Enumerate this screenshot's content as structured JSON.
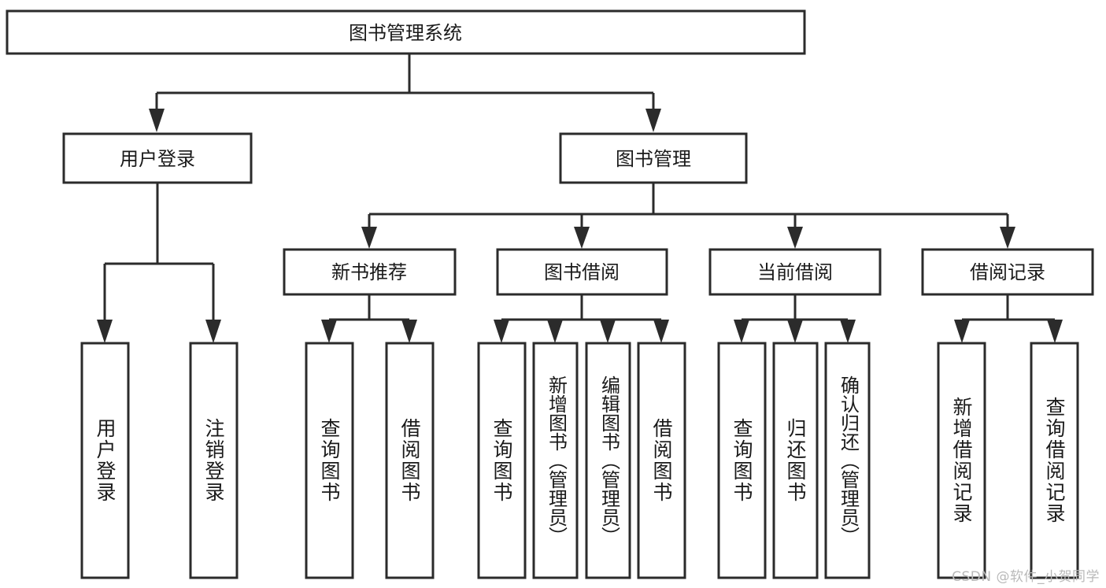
{
  "diagram": {
    "title": "图书管理系统",
    "type": "tree-hierarchy",
    "watermark": "CSDN @软件_小贺同学",
    "colors": {
      "stroke": "#2b2b2b",
      "fill": "#ffffff",
      "text": "#1a1a1a",
      "watermark": "#b9b9b9",
      "background": "#ffffff"
    },
    "root": {
      "label": "图书管理系统"
    },
    "level2": [
      {
        "label": "用户登录"
      },
      {
        "label": "图书管理"
      }
    ],
    "level3": [
      {
        "label": "新书推荐"
      },
      {
        "label": "图书借阅"
      },
      {
        "label": "当前借阅"
      },
      {
        "label": "借阅记录"
      }
    ],
    "leaves": {
      "user_login": [
        {
          "label": "用户登录"
        },
        {
          "label": "注销登录"
        }
      ],
      "new_book_recommend": [
        {
          "label": "查询图书"
        },
        {
          "label": "借阅图书"
        }
      ],
      "book_borrow": [
        {
          "label": "查询图书"
        },
        {
          "label": "新增图书（管理员）"
        },
        {
          "label": "编辑图书（管理员）"
        },
        {
          "label": "借阅图书"
        }
      ],
      "current_borrow": [
        {
          "label": "查询图书"
        },
        {
          "label": "归还图书"
        },
        {
          "label": "确认归还（管理员）"
        }
      ],
      "borrow_record": [
        {
          "label": "新增借阅记录"
        },
        {
          "label": "查询借阅记录"
        }
      ]
    }
  }
}
